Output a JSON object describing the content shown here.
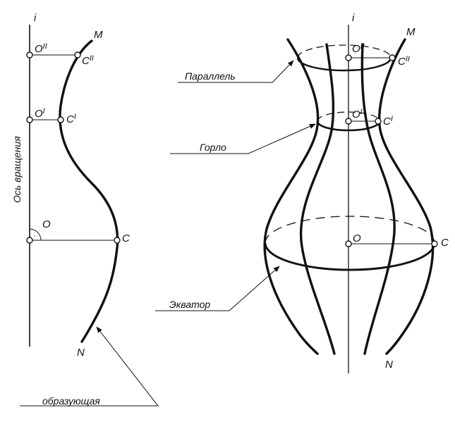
{
  "left_figure": {
    "axis_label": "i",
    "axis_caption": "Ось вращения",
    "curve_top": "M",
    "curve_bottom": "N",
    "center_o": "O",
    "point_c": "C",
    "center_o1": "O",
    "center_o1_sup": "I",
    "point_c1": "C",
    "point_c1_sup": "I",
    "center_o2": "O",
    "center_o2_sup": "II",
    "point_c2": "C",
    "point_c2_sup": "II",
    "right_angle_dot": "·",
    "generatrix_label": "образующая"
  },
  "right_figure": {
    "axis_label": "i",
    "curve_top": "M",
    "curve_bottom": "N",
    "center_o": "O",
    "point_c": "C",
    "center_o1": "O",
    "center_o1_sup": "I",
    "point_c1": "C",
    "point_c1_sup": "I",
    "center_o2": "O",
    "center_o2_sup": "II",
    "point_c2": "C",
    "point_c2_sup": "II",
    "parallel_label": "Параллель",
    "throat_label": "Горло",
    "equator_label": "Экватор"
  },
  "colors": {
    "ink": "#111111",
    "background": "#ffffff"
  }
}
